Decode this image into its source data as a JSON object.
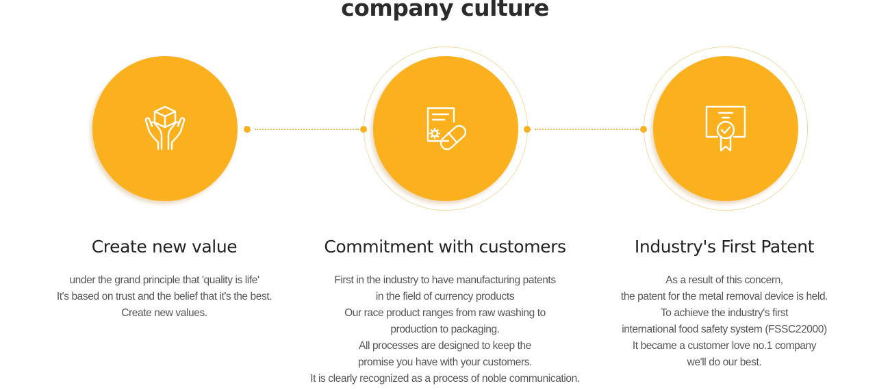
{
  "section": {
    "title": "company culture"
  },
  "items": [
    {
      "icon": "hands-box-icon",
      "heading": "Create new value",
      "lines": [
        "under the grand principle that 'quality is life'",
        "It's based on trust and the belief that it's the best.",
        "Create new values."
      ]
    },
    {
      "icon": "document-capsule-icon",
      "heading": "Commitment with customers",
      "lines": [
        "First in the industry to have manufacturing patents",
        "in the field of currency products",
        "Our race product ranges from raw washing to",
        "production to packaging.",
        "All processes are designed to keep the",
        "promise you have with your customers.",
        "It is clearly recognized as a process of noble communication."
      ]
    },
    {
      "icon": "certificate-badge-icon",
      "heading": "Industry's First Patent",
      "lines": [
        "As a result of this concern,",
        "the patent for the metal removal device is held.",
        "To achieve the industry's first",
        "international food safety system (FSSC22000)",
        "It became a customer love no.1 company",
        "we'll do our best."
      ]
    }
  ],
  "colors": {
    "accent": "#fbb01e",
    "ring": "#f6dca6",
    "heading": "#222222",
    "body": "#555555"
  }
}
